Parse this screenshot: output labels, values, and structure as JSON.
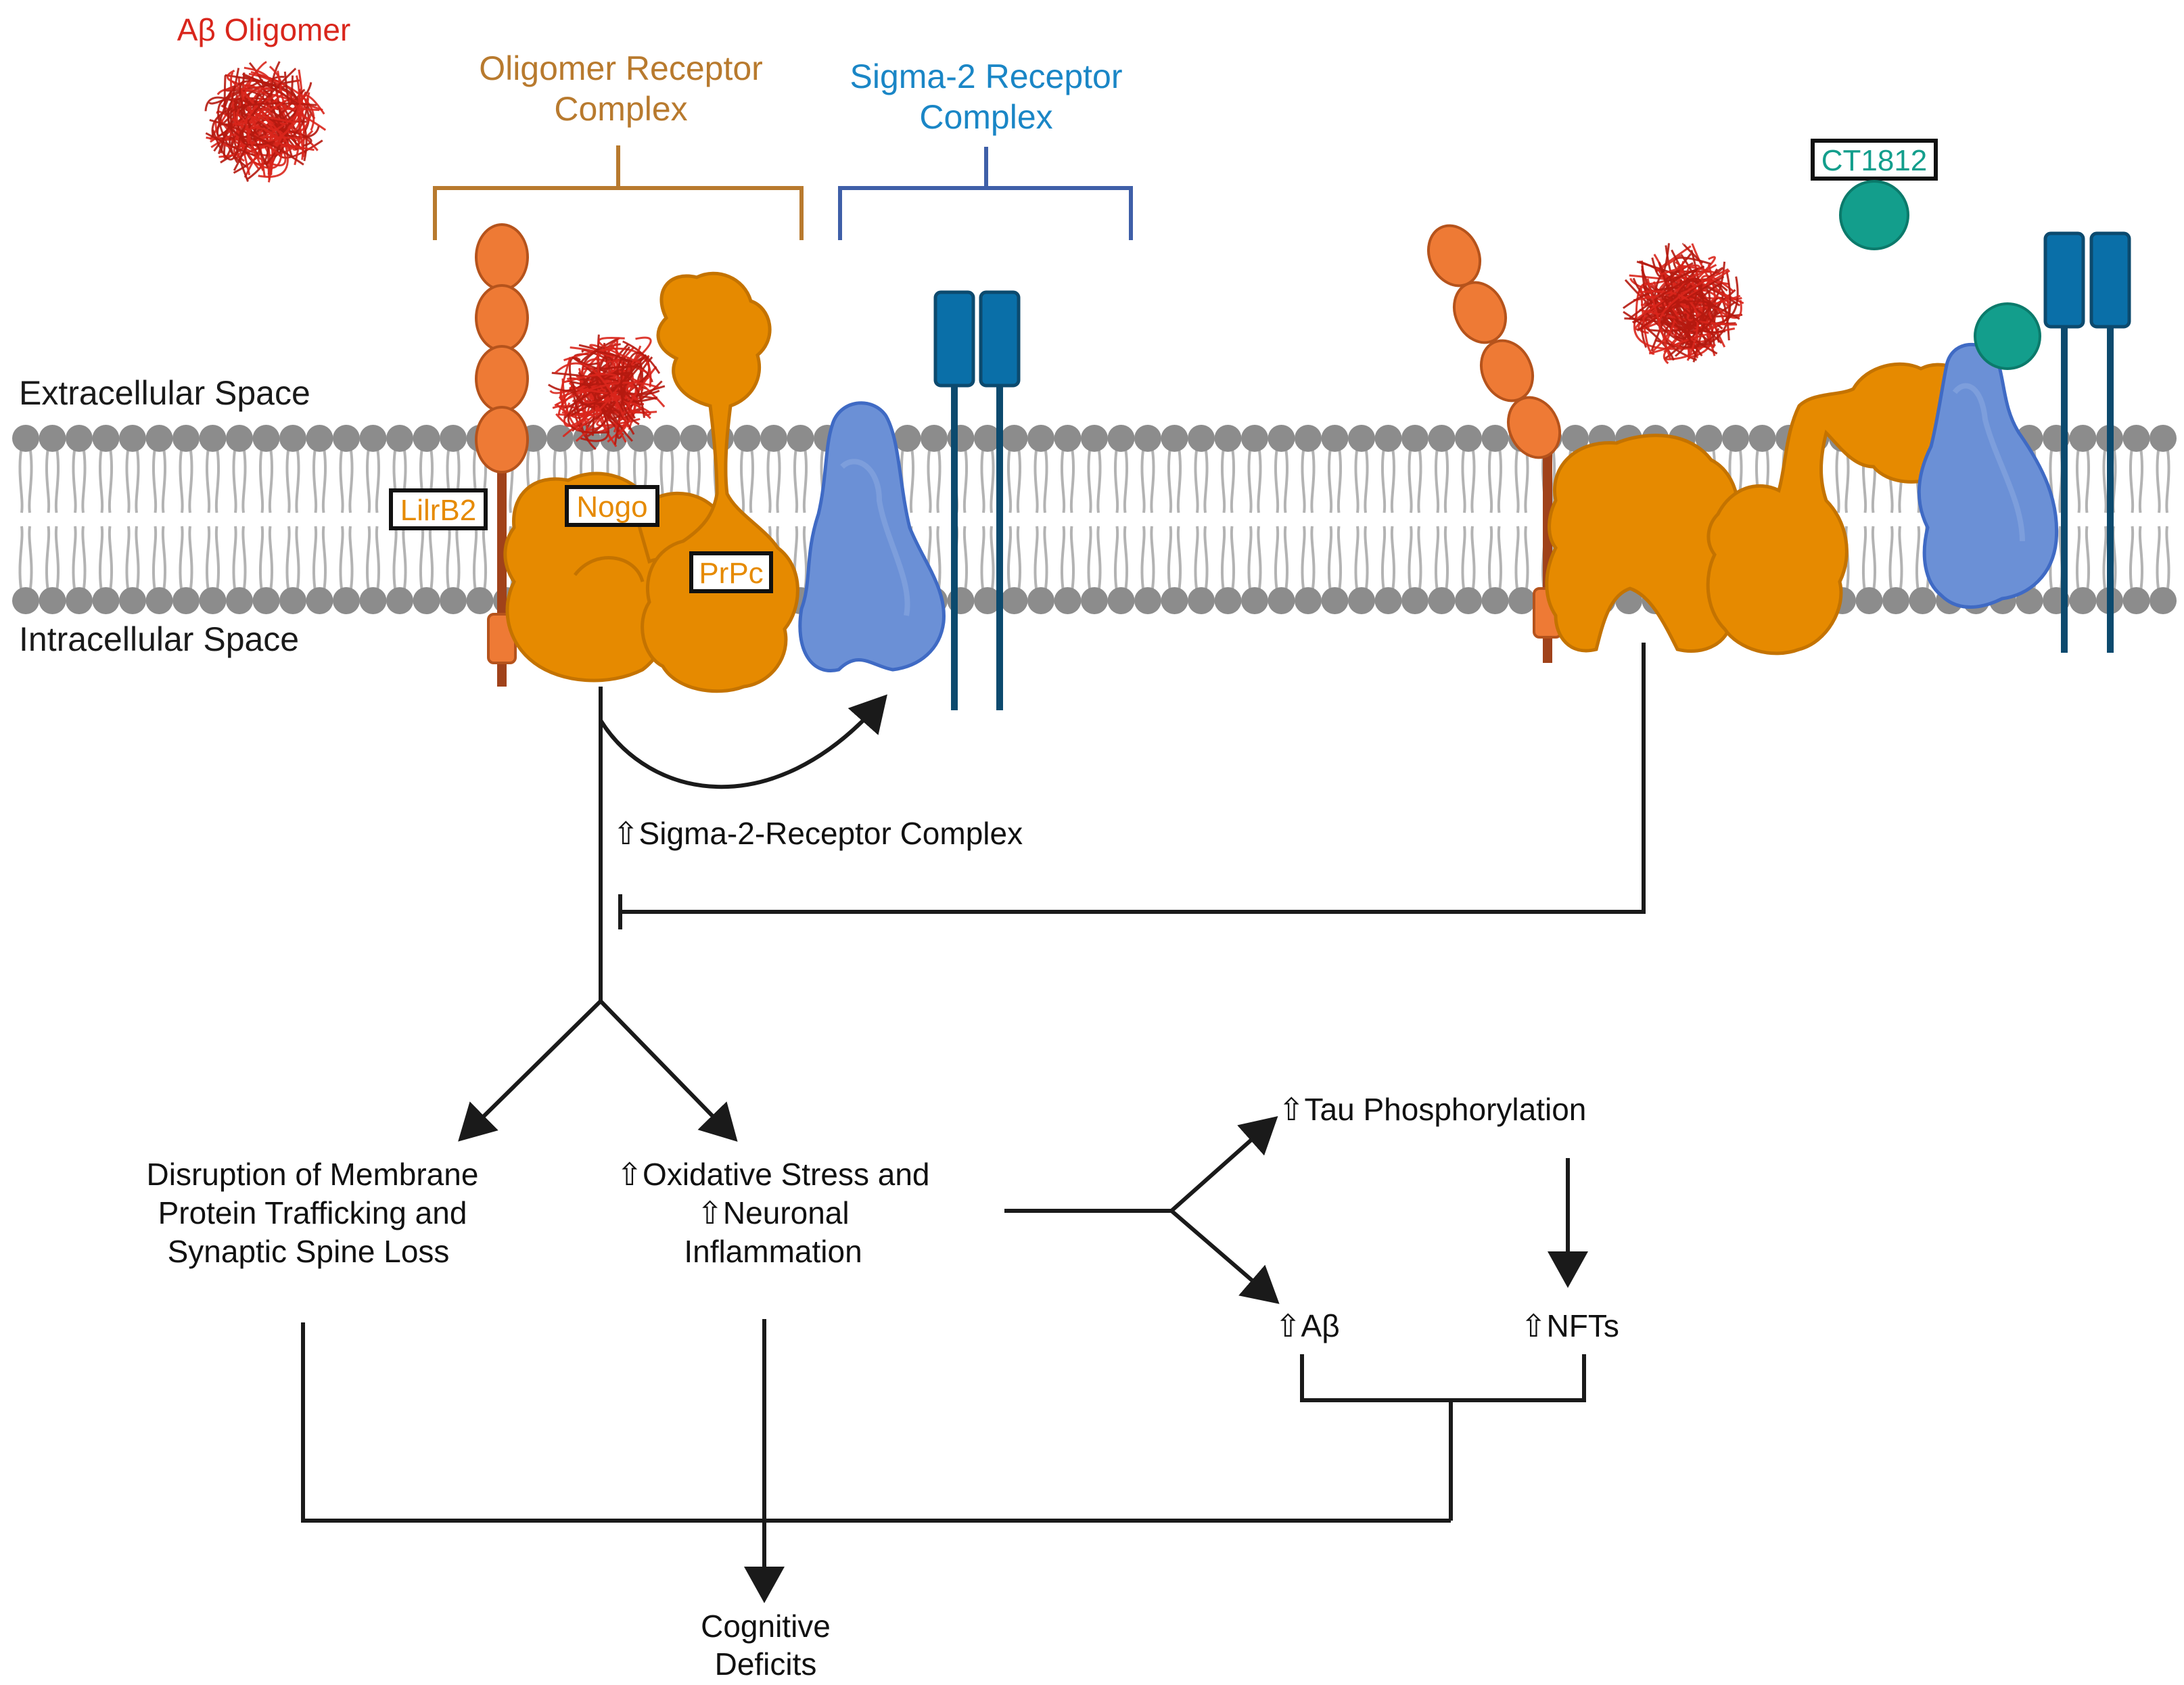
{
  "labels": {
    "ab_oligomer": "Aβ Oligomer",
    "oligomer_receptor_line1": "Oligomer Receptor",
    "oligomer_receptor_line2": "Complex",
    "sigma2_line1": "Sigma-2 Receptor",
    "sigma2_line2": "Complex",
    "ct1812": "CT1812",
    "extracellular": "Extracellular Space",
    "intracellular": "Intracellular Space",
    "lilrb2": "LilrB2",
    "nogo": "Nogo",
    "prpc": "PrPc"
  },
  "flow": {
    "sigma_up": "⇧Sigma-2-Receptor Complex",
    "disruption_line1": "Disruption of Membrane",
    "disruption_line2": "Protein Trafficking and",
    "disruption_line3": "Synaptic Spine Loss",
    "oxidative_line1": "⇧Oxidative Stress and",
    "oxidative_line2": "⇧Neuronal",
    "oxidative_line3": "Inflammation",
    "tau": "⇧Tau Phosphorylation",
    "ab_up": "⇧Aβ",
    "nfts": "⇧NFTs",
    "cognitive_line1": "Cognitive",
    "cognitive_line2": "Deficits"
  },
  "colors": {
    "ab_red": "#d9261c",
    "receptor_orange": "#e68a00",
    "lilrb2_orange": "#ee7a35",
    "oligomer_bracket": "#b87a2e",
    "sigma_bracket": "#3f5fa8",
    "sigma_text": "#1a86c6",
    "sigma_blue": "#6b90d6",
    "tmem_blue": "#0a6fa8",
    "ct1812_teal": "#139e8c",
    "membrane_grey": "#8c8c8c"
  }
}
